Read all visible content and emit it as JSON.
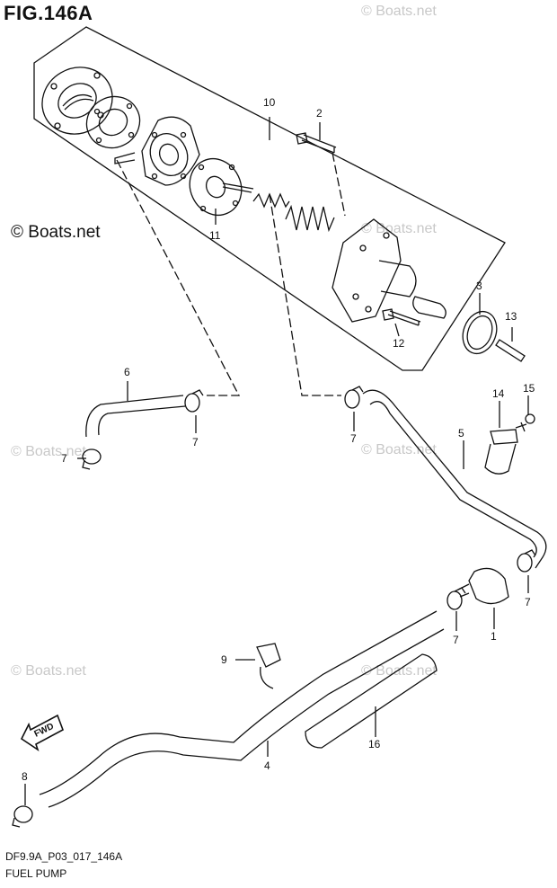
{
  "figure": {
    "title": "FIG.146A",
    "code": "DF9.9A_P03_017_146A",
    "caption": "FUEL PUMP"
  },
  "watermarks": {
    "main": "© Boats.net",
    "faint": "© Boats.net"
  },
  "arrow_label": "FWD",
  "callouts": [
    "10",
    "2",
    "11",
    "3",
    "13",
    "12",
    "6",
    "14",
    "15",
    "7",
    "7",
    "5",
    "7",
    "7",
    "7",
    "1",
    "9",
    "4",
    "16",
    "8"
  ]
}
